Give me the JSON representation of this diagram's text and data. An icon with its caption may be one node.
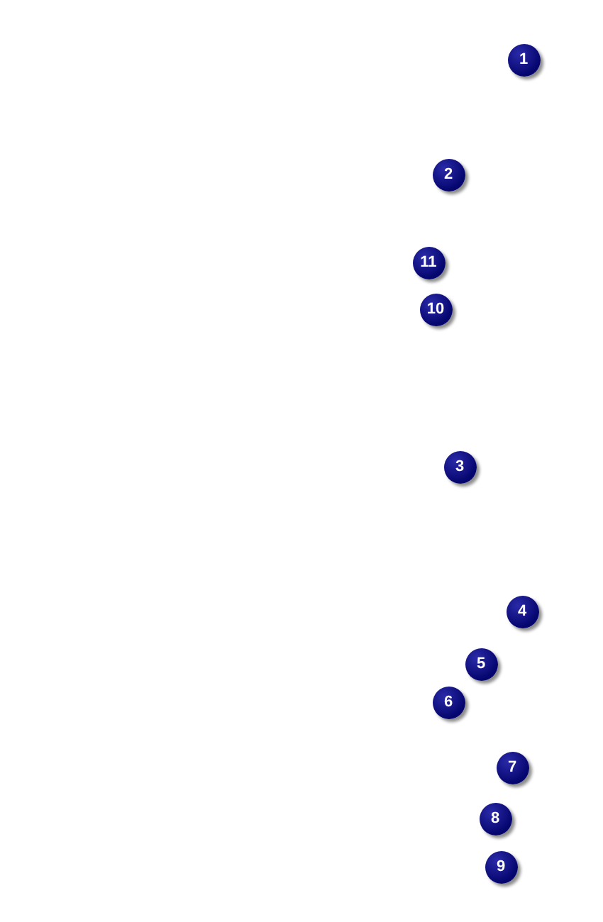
{
  "diagram": {
    "labels": [
      "1",
      "2",
      "11",
      "10",
      "3",
      "4",
      "5",
      "6",
      "7",
      "8",
      "9"
    ]
  }
}
